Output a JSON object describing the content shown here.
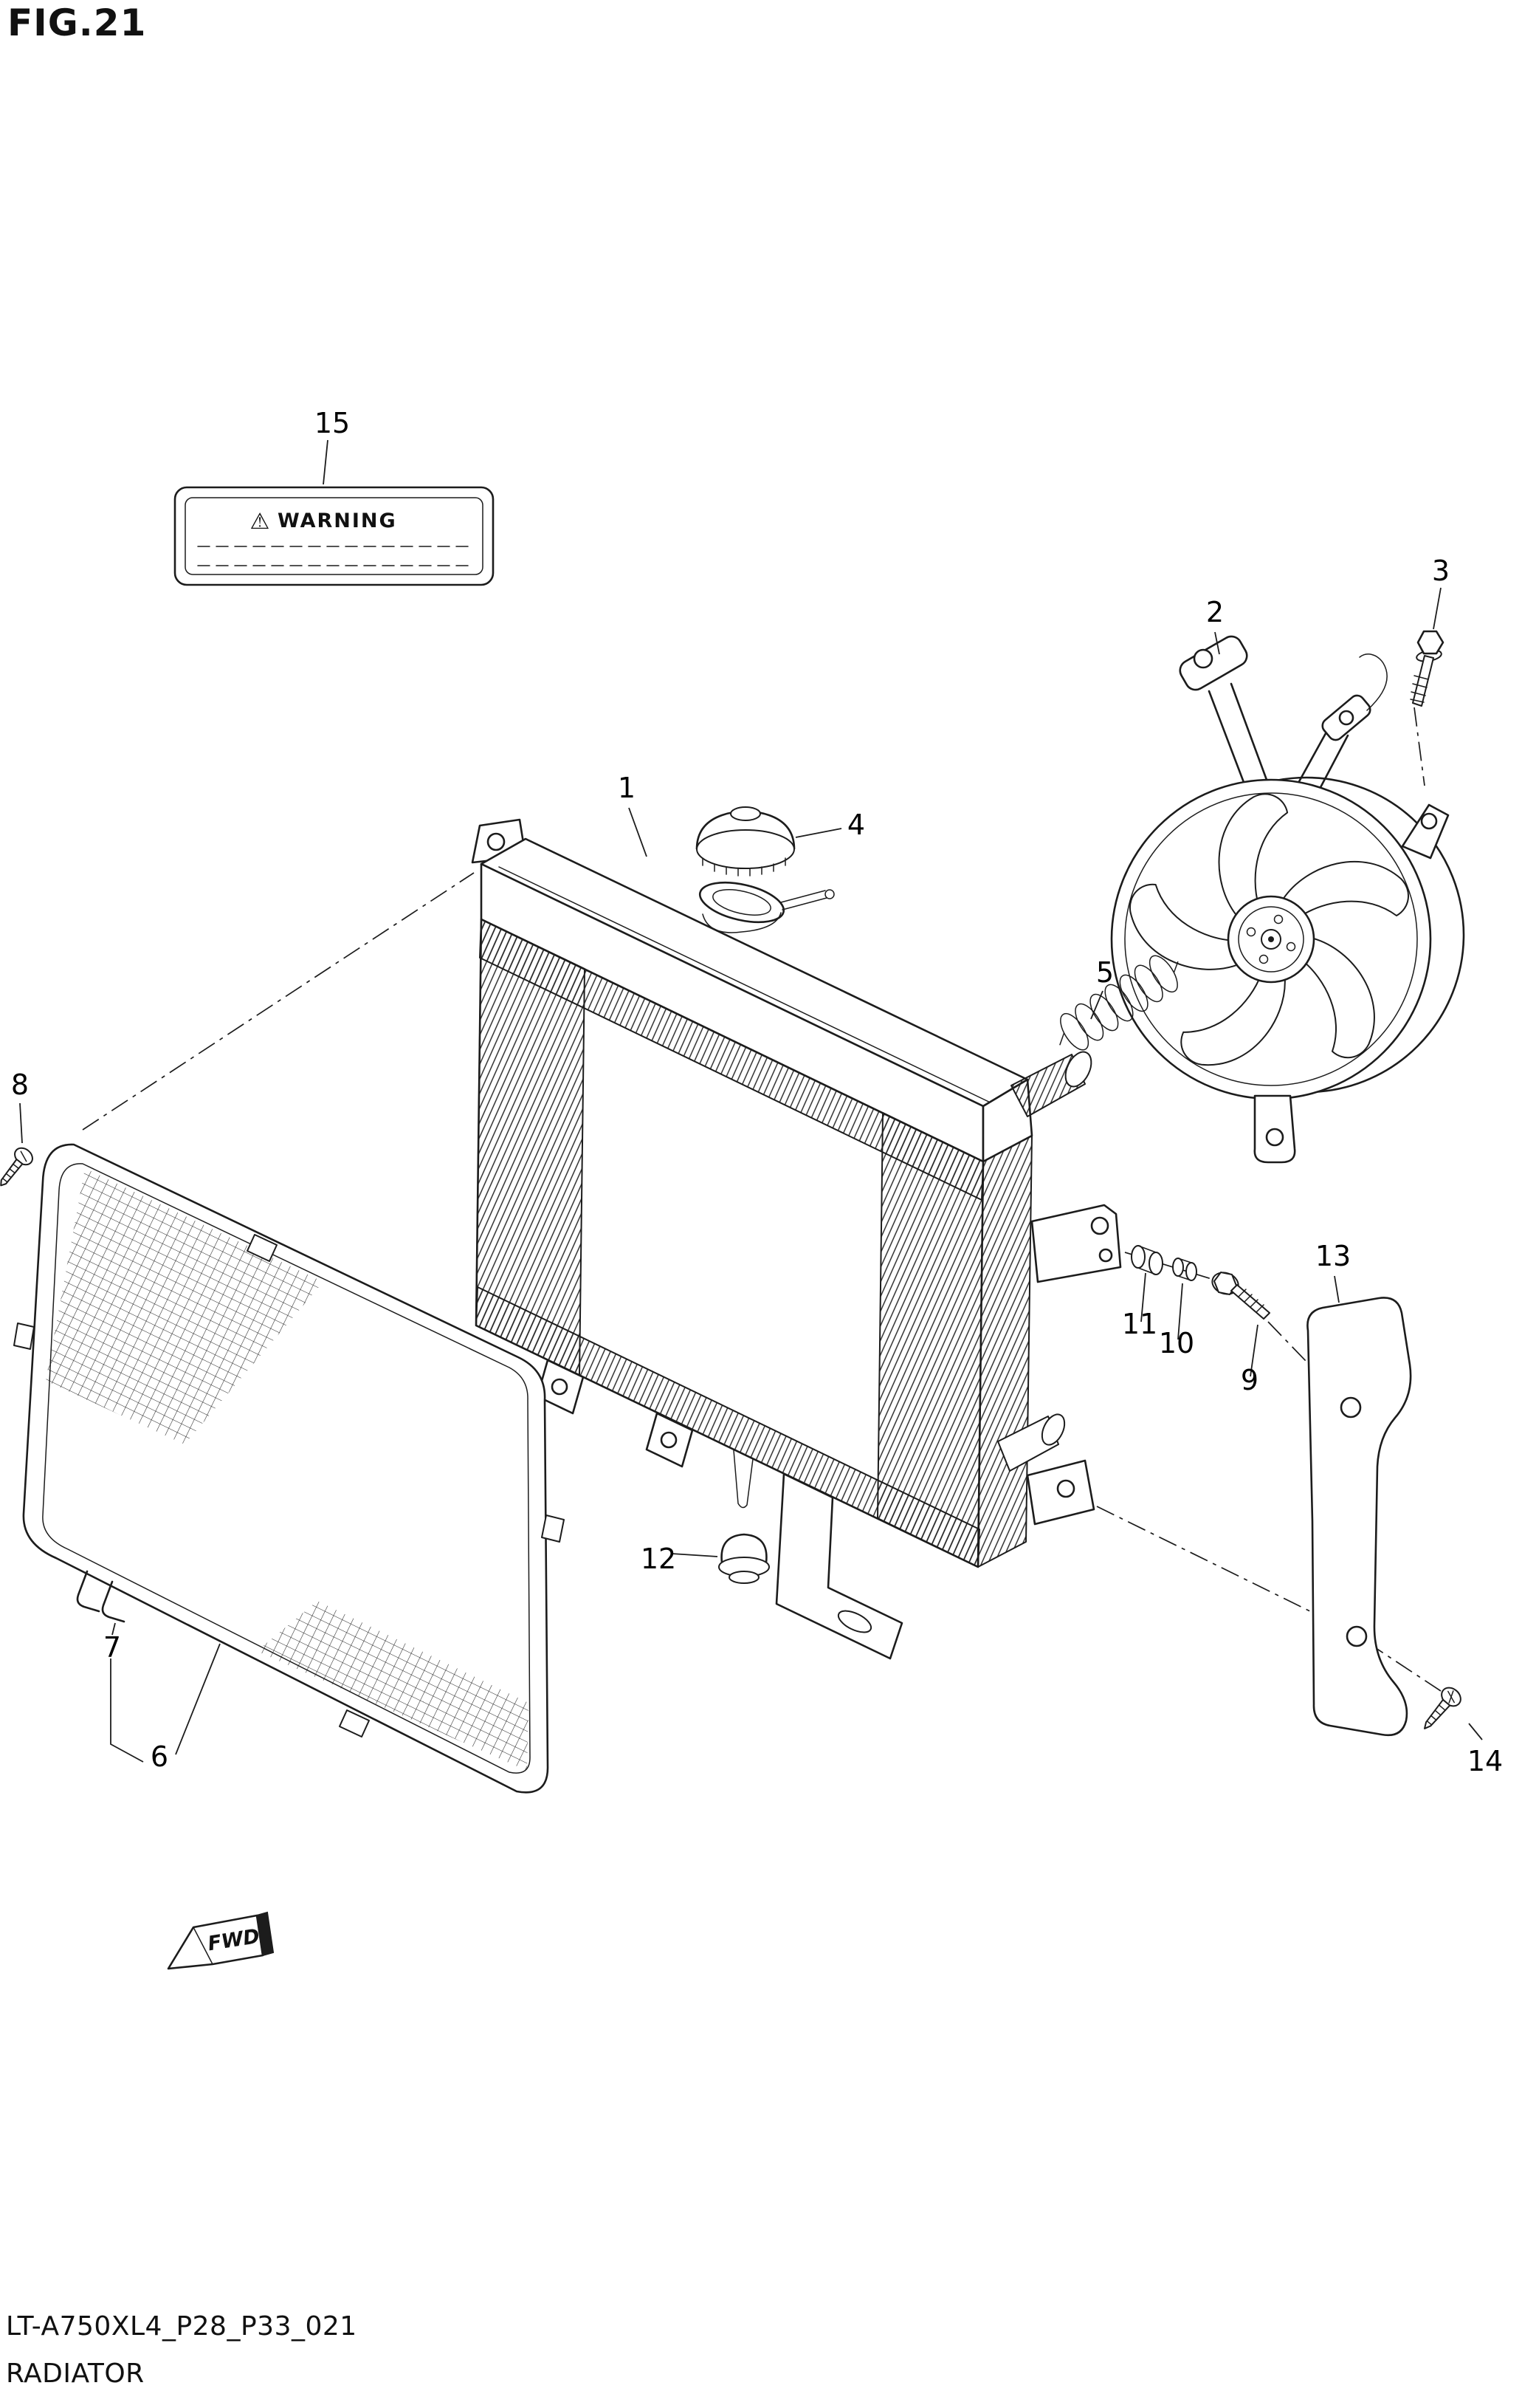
{
  "figure": {
    "title": "FIG.21",
    "code": "LT-A750XL4_P28_P33_021",
    "name": "RADIATOR"
  },
  "warning_label": {
    "icon": "⚠",
    "title": "WARNING"
  },
  "fwd_marker": {
    "label": "FWD"
  },
  "part_labels": {
    "n1": "1",
    "n2": "2",
    "n3": "3",
    "n4": "4",
    "n5": "5",
    "n6": "6",
    "n7": "7",
    "n8": "8",
    "n9": "9",
    "n10": "10",
    "n11": "11",
    "n12": "12",
    "n13": "13",
    "n14": "14",
    "n15": "15"
  }
}
